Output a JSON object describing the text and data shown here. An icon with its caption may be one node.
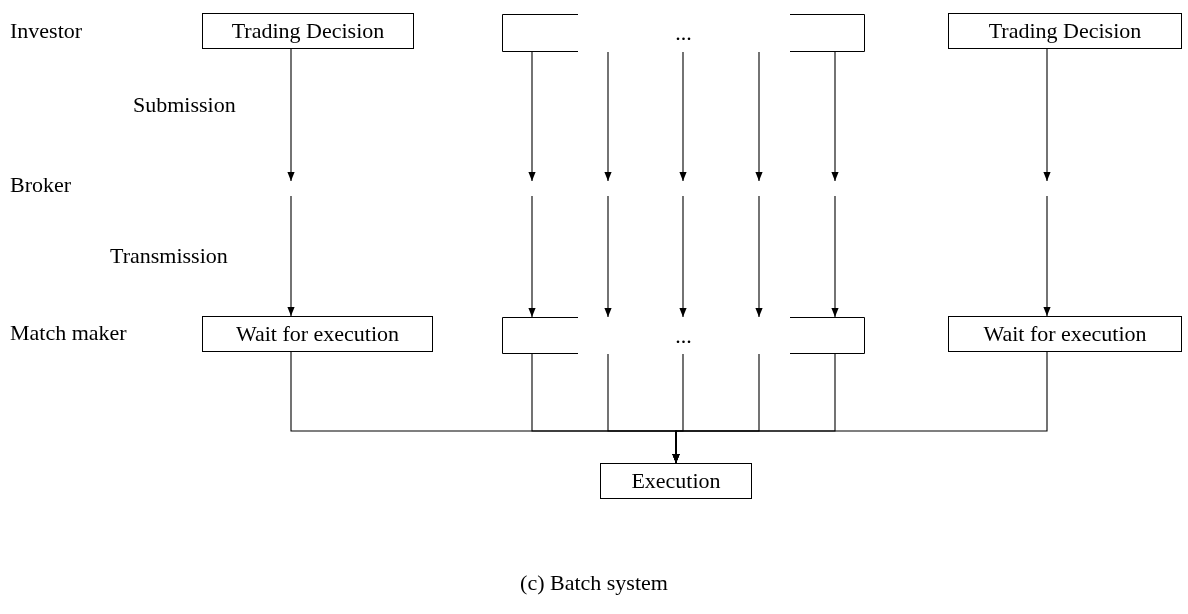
{
  "diagram": {
    "caption": "(c) Batch system",
    "nodes": [
      {
        "text": [
          "Trading Decision"
        ]
      },
      {
        "text": [
          "..."
        ]
      },
      {
        "text": [
          "Trading Decision"
        ]
      },
      {
        "text": [
          "Wait for execution"
        ]
      },
      {
        "text": [
          "..."
        ]
      },
      {
        "text": [
          "Wait for execution"
        ]
      },
      {
        "text": [
          "Execution"
        ]
      }
    ],
    "edges": [
      {
        "from": 0,
        "to": null,
        "arrow": "to"
      },
      {
        "from": 1,
        "to": null,
        "arrow": "to"
      },
      {
        "from": 1,
        "to": null,
        "arrow": "to"
      },
      {
        "from": 1,
        "to": null,
        "arrow": "to"
      },
      {
        "from": 1,
        "to": null,
        "arrow": "to"
      },
      {
        "from": 1,
        "to": null,
        "arrow": "to"
      },
      {
        "from": 2,
        "to": null,
        "arrow": "to"
      },
      {
        "from": null,
        "to": 3,
        "arrow": "to"
      },
      {
        "from": null,
        "to": 4,
        "arrow": "to"
      },
      {
        "from": null,
        "to": 4,
        "arrow": "to"
      },
      {
        "from": null,
        "to": 4,
        "arrow": "to"
      },
      {
        "from": null,
        "to": 4,
        "arrow": "to"
      },
      {
        "from": null,
        "to": 4,
        "arrow": "to"
      },
      {
        "from": null,
        "to": 5,
        "arrow": "to"
      },
      {
        "from": 3,
        "to": 6,
        "arrow": "to"
      },
      {
        "from": 4,
        "to": 6,
        "arrow": "to"
      },
      {
        "from": 4,
        "to": 6,
        "arrow": "to"
      },
      {
        "from": 4,
        "to": 6,
        "arrow": "to"
      },
      {
        "from": 4,
        "to": 6,
        "arrow": "to"
      },
      {
        "from": 4,
        "to": 6,
        "arrow": "to"
      },
      {
        "from": 5,
        "to": 6,
        "arrow": "to"
      }
    ],
    "labels": [
      "Investor",
      "Submission",
      "Broker",
      "Transmission",
      "Match maker"
    ]
  }
}
